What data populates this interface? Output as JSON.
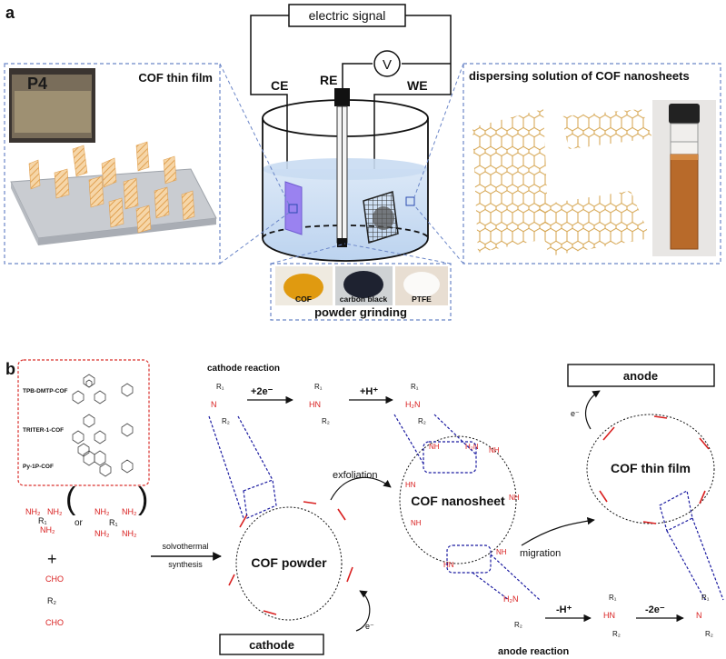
{
  "panel_a": {
    "label": "a",
    "signal_label": "electric signal",
    "voltmeter": "V",
    "ce": "CE",
    "re": "RE",
    "we": "WE",
    "left_box_title": "COF thin film",
    "photo_caption": "P4",
    "right_box_title": "dispersing solution of COF nanosheets",
    "powders": [
      "COF",
      "carbon black",
      "PTFE"
    ],
    "powder_caption": "powder grinding",
    "colors": {
      "film": "#9a82f0",
      "electrolyte": "#cfe0f4",
      "cof_orange": "#e0a020",
      "box_dash": "#6b86c8",
      "lattice": "#d4a24a"
    }
  },
  "panel_b": {
    "label": "b",
    "legend": {
      "items": [
        "TPB-DMTP-COF",
        "TRITER-1-COF",
        "Py-1P-COF"
      ],
      "border_color": "#d9302c"
    },
    "monomers": {
      "amine_or": "or",
      "plus": "+",
      "aldehyde_group": "CHO",
      "amine_group": "NH₂",
      "core": "R₁",
      "linker": "R₂"
    },
    "arrow_synthesis_top": "solvothermal",
    "arrow_synthesis_bottom": "synthesis",
    "cof_powder": "COF powder",
    "cathode": "cathode",
    "cathode_reaction": "cathode reaction",
    "step_2e": "+2e⁻",
    "step_h_plus": "+H⁺",
    "exfoliation": "exfoliation",
    "cof_nanosheet": "COF nanosheet",
    "migration": "migration",
    "anode": "anode",
    "cof_thin_film": "COF thin film",
    "anode_reaction": "anode reaction",
    "step_h_minus": "-H⁺",
    "step_2e_minus": "-2e⁻",
    "electron": "e⁻",
    "colors": {
      "imine": "#d92020",
      "dotted": "#1a1aa0",
      "text": "#111111"
    }
  }
}
